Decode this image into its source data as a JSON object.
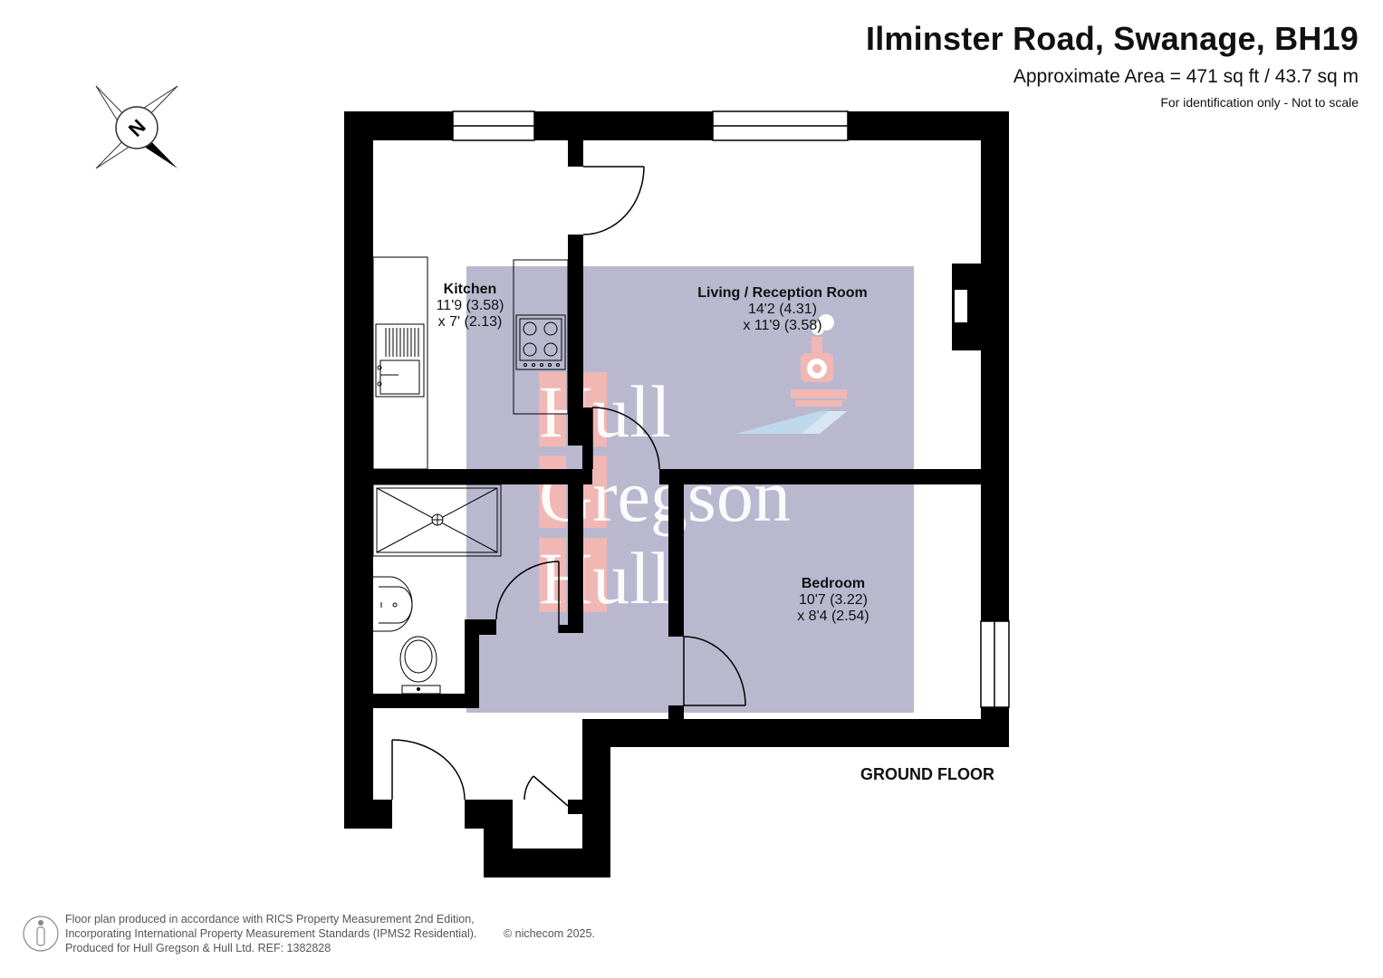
{
  "header": {
    "title": "Ilminster Road, Swanage, BH19",
    "area": "Approximate Area = 471 sq ft / 43.7 sq m",
    "note": "For identification only - Not to scale"
  },
  "compass": {
    "letter": "N",
    "icon": "compass-icon"
  },
  "rooms": {
    "kitchen": {
      "name": "Kitchen",
      "dim1": "11'9 (3.58)",
      "dim2": "x 7' (2.13)"
    },
    "living": {
      "name": "Living / Reception Room",
      "dim1": "14'2 (4.31)",
      "dim2": "x 11'9 (3.58)"
    },
    "bedroom": {
      "name": "Bedroom",
      "dim1": "10'7 (3.22)",
      "dim2": "x 8'4 (2.54)"
    }
  },
  "floor_label": "GROUND FLOOR",
  "watermark": {
    "line1": "Hull",
    "line2": "Gregson",
    "line3": "Hull"
  },
  "footer": {
    "line1": "Floor plan produced in accordance with RICS Property Measurement 2nd Edition,",
    "line2": "Incorporating International Property Measurement Standards (IPMS2 Residential).",
    "line3": "Produced for Hull Gregson & Hull Ltd.   REF: 1382828",
    "copyright": "© nichecom 2025."
  },
  "colors": {
    "wall": "#000000",
    "watermark_box": "#b9b8cf",
    "watermark_letter_bg": "#f1b7b4",
    "watermark_text": "#ffffff"
  }
}
